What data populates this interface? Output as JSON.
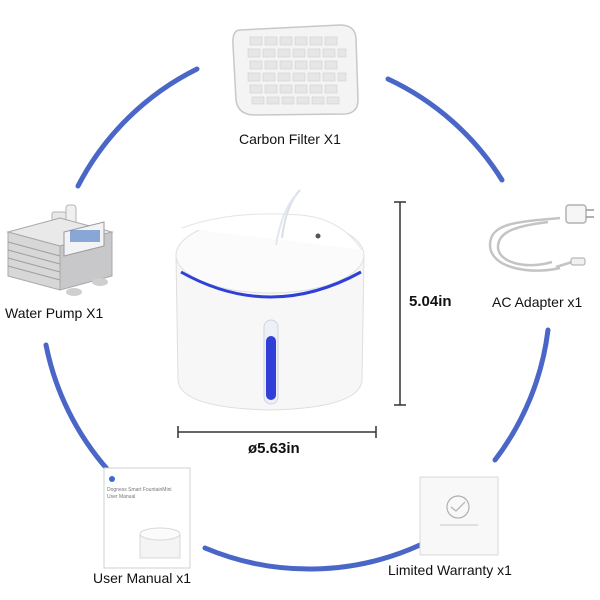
{
  "labels": {
    "carbon_filter": "Carbon Filter X1",
    "water_pump": "Water Pump X1",
    "ac_adapter": "AC Adapter x1",
    "user_manual": "User Manual x1",
    "limited_warranty": "Limited Warranty x1"
  },
  "dimensions": {
    "height": "5.04in",
    "diameter": "ø5.63in"
  },
  "manual_cover": {
    "title": "Dogness Smart FountainMini",
    "subtitle": "User Manual"
  },
  "colors": {
    "ring": "#4a67c8",
    "fountain_accent": "#2f3fd8",
    "dimension_line": "#333333"
  }
}
